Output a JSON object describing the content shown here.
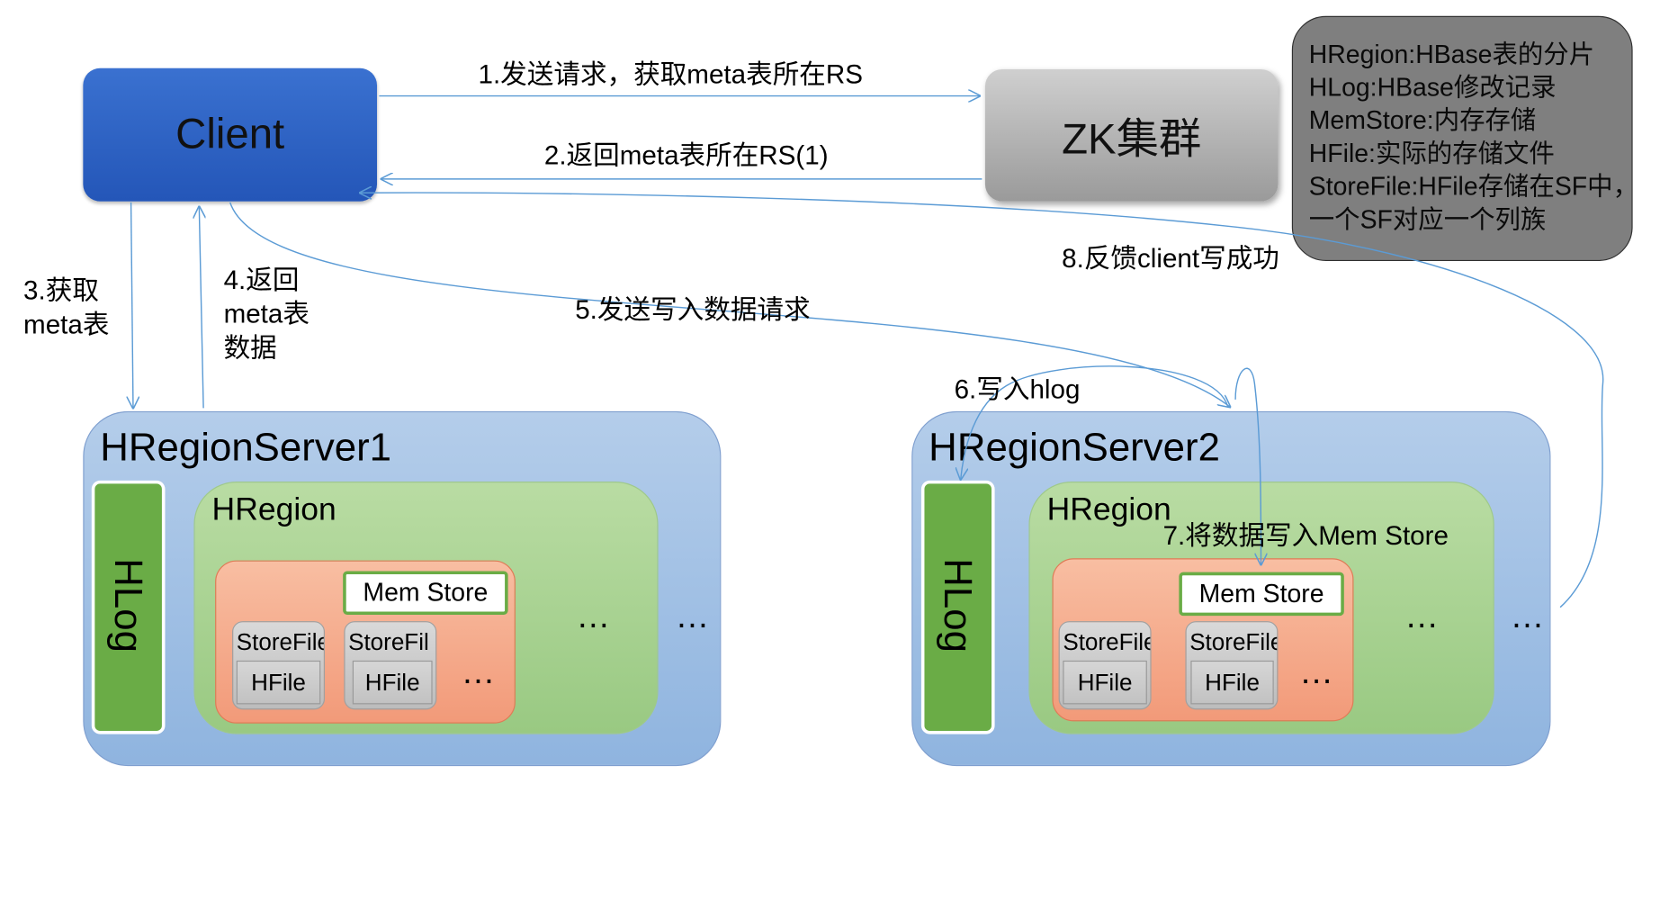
{
  "client": {
    "label": "Client"
  },
  "zk": {
    "label": "ZK集群"
  },
  "legend": {
    "lines": [
      "HRegion:HBase表的分片",
      "HLog:HBase修改记录",
      "MemStore:内存存储",
      "HFile:实际的存储文件",
      "StoreFile:HFile存储在SF中，",
      "一个SF对应一个列族"
    ]
  },
  "steps": {
    "s1": "1.发送请求，获取meta表所在RS",
    "s2": "2.返回meta表所在RS(1)",
    "s3_line1": "3.获取",
    "s3_line2": "meta表",
    "s4_line1": "4.返回",
    "s4_line2": "meta表",
    "s4_line3": "数据",
    "s5": "5.发送写入数据请求",
    "s6": "6.写入hlog",
    "s7": "7.将数据写入Mem Store",
    "s8": "8.反馈client写成功"
  },
  "server1": {
    "title": "HRegionServer1",
    "hlog": "HLog",
    "region_title": "HRegion",
    "memstore": "Mem Store",
    "storefiles": [
      {
        "label": "StoreFile",
        "hfile": "HFile"
      },
      {
        "label": "StoreFil",
        "hfile": "HFile"
      }
    ],
    "store_ellipsis": "…",
    "region_ellipsis": "…",
    "server_ellipsis": "…"
  },
  "server2": {
    "title": "HRegionServer2",
    "hlog": "HLog",
    "region_title": "HRegion",
    "memstore": "Mem Store",
    "storefiles": [
      {
        "label": "StoreFile",
        "hfile": "HFile"
      },
      {
        "label": "StoreFile",
        "hfile": "HFile"
      }
    ],
    "store_ellipsis": "…",
    "region_ellipsis": "…",
    "server_ellipsis": "…"
  },
  "colors": {
    "arrow": "#5b9bd5",
    "client": "#2f64c5",
    "zk": "#a6a6a6",
    "legend": "#7f7f7f",
    "server": "#9dbfe6",
    "region": "#a9d18e",
    "store": "#f4b092",
    "hlog": "#6aac46"
  }
}
